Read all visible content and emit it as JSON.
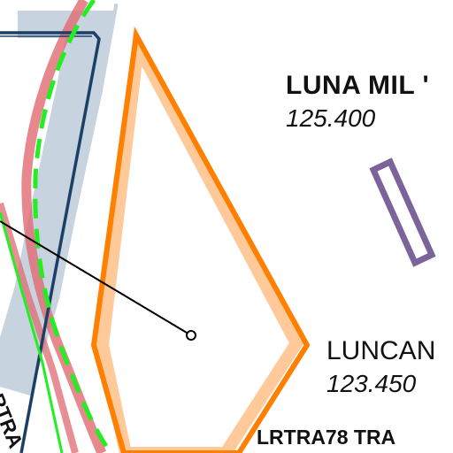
{
  "map": {
    "colors": {
      "background": "#ffffff",
      "corridor_fill": "#c7d3df",
      "airway_dark": "#1c3f66",
      "airway_red": "#e06a72",
      "boundary_green": "#22ee22",
      "restricted_orange": "#ff8000",
      "restricted_orange_light": "#ffc999",
      "danger_purple": "#7a6499",
      "leader_line": "#000000"
    },
    "labels": {
      "luna_mil_name": "LUNA MIL '",
      "luna_mil_freq": "125.400",
      "luncan_name": "LUNCAN",
      "luncan_freq": "123.450",
      "lrtra78_name": "LRTRA78 TRA",
      "lrtra_rotated": "LRTRA"
    },
    "features": {
      "corridor": "control-zone-corridor",
      "airway_boundary": "airway-boundary",
      "green_boundary": "dashed-fir-boundary",
      "tra_area": "restricted-area-tra",
      "danger_area": "small-rectangular-area",
      "leader": "label-leader-line",
      "point": "reference-point-icon"
    }
  }
}
